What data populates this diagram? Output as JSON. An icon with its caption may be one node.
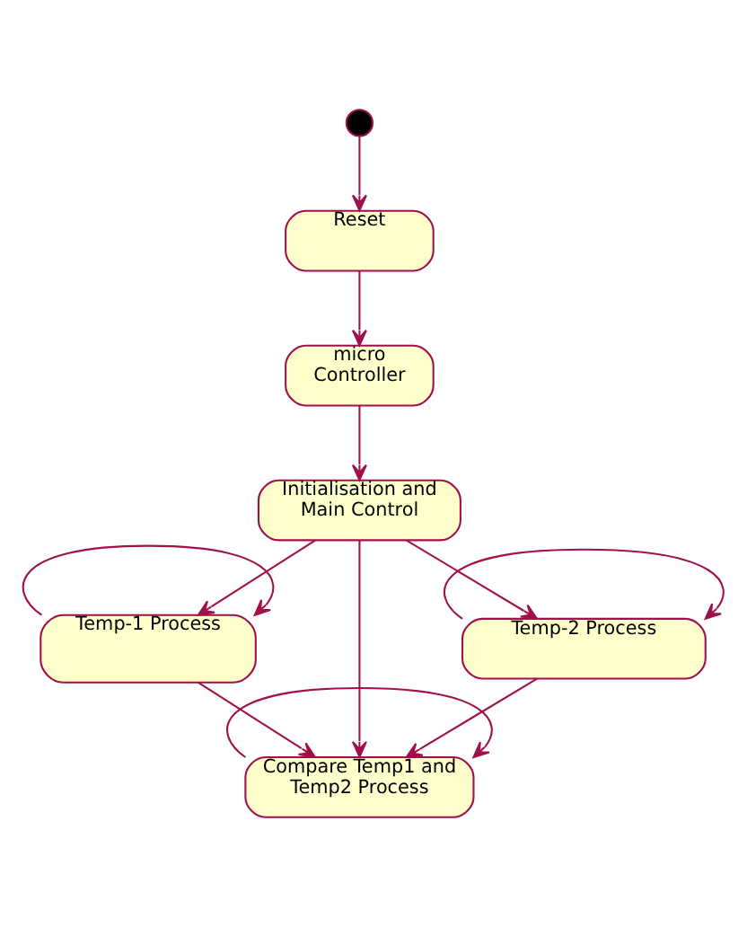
{
  "diagram": {
    "nodes": [
      {
        "text": [],
        "shape": "circle"
      },
      {
        "text": [
          "Reset"
        ]
      },
      {
        "text": [
          "micro Controller"
        ]
      },
      {
        "text": [
          "Initialisation and Main Control"
        ]
      },
      {
        "text": [
          "Temp-1 Process"
        ]
      },
      {
        "text": [
          "Temp-2 Process"
        ]
      },
      {
        "text": [
          "Compare Temp1 and Temp2 Process"
        ]
      }
    ],
    "edges": [
      {
        "from": 0,
        "to": 1,
        "arrow": "to"
      },
      {
        "from": 1,
        "to": 2,
        "arrow": "to"
      },
      {
        "from": 2,
        "to": 3,
        "arrow": "to"
      },
      {
        "from": 3,
        "to": 4,
        "arrow": "to"
      },
      {
        "from": 3,
        "to": 6,
        "arrow": "to"
      },
      {
        "from": 3,
        "to": 5,
        "arrow": "to"
      },
      {
        "from": 4,
        "to": 4,
        "arrow": "to"
      },
      {
        "from": 5,
        "to": 5,
        "arrow": "to"
      },
      {
        "from": 4,
        "to": 6,
        "arrow": "to"
      },
      {
        "from": 5,
        "to": 6,
        "arrow": "to"
      },
      {
        "from": 6,
        "to": 6,
        "arrow": "to"
      }
    ]
  }
}
